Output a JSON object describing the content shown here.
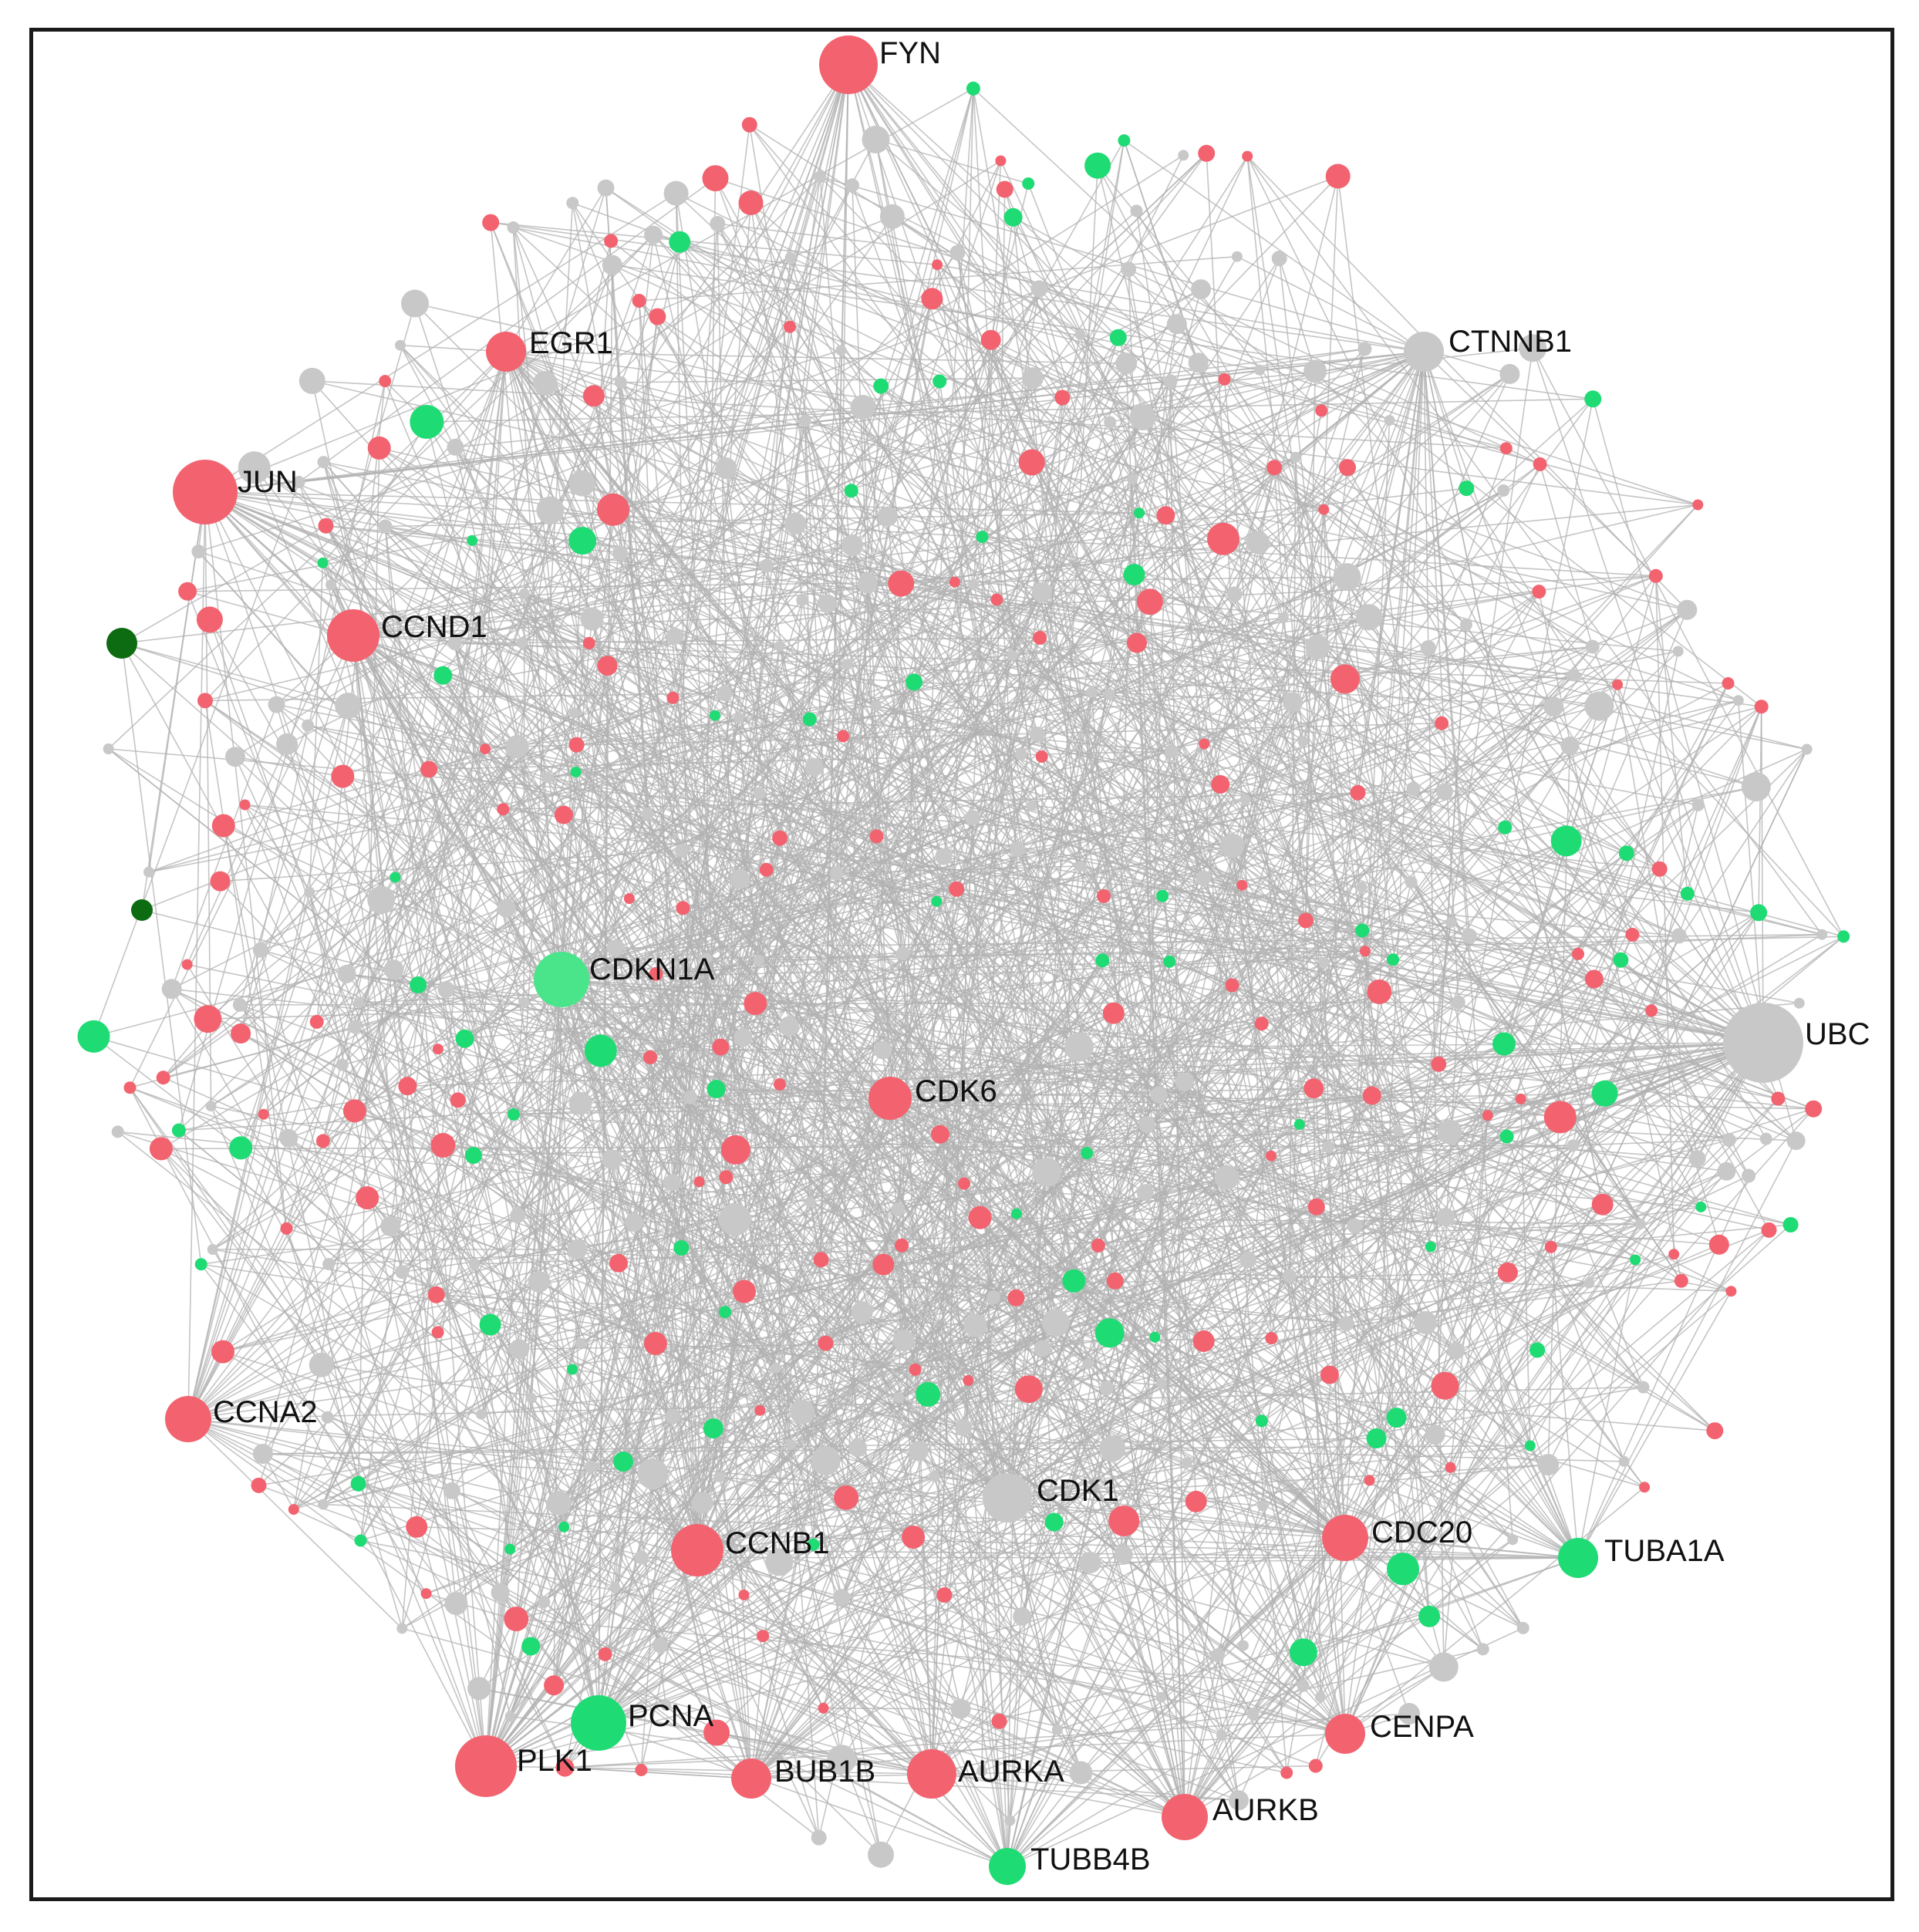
{
  "network": {
    "colors": {
      "up": "#f2636f",
      "down": "#1fdb74",
      "down_light": "#4ae58a",
      "down_dark": "#0d6b12",
      "neutral": "#c8c8c8",
      "edge": "#b2b2b2",
      "border": "#1a1a1a"
    },
    "hubs": [
      {
        "id": "FYN",
        "label": "FYN",
        "status": "up"
      },
      {
        "id": "EGR1",
        "label": "EGR1",
        "status": "up"
      },
      {
        "id": "CTNNB1",
        "label": "CTNNB1",
        "status": "neutral"
      },
      {
        "id": "JUN",
        "label": "JUN",
        "status": "up"
      },
      {
        "id": "CCND1",
        "label": "CCND1",
        "status": "up"
      },
      {
        "id": "CDKN1A",
        "label": "CDKN1A",
        "status": "down_light"
      },
      {
        "id": "UBC",
        "label": "UBC",
        "status": "neutral"
      },
      {
        "id": "CDK6",
        "label": "CDK6",
        "status": "up"
      },
      {
        "id": "CCNA2",
        "label": "CCNA2",
        "status": "up"
      },
      {
        "id": "CDK1",
        "label": "CDK1",
        "status": "neutral"
      },
      {
        "id": "CCNB1",
        "label": "CCNB1",
        "status": "up"
      },
      {
        "id": "CDC20",
        "label": "CDC20",
        "status": "up"
      },
      {
        "id": "TUBA1A",
        "label": "TUBA1A",
        "status": "down"
      },
      {
        "id": "PCNA",
        "label": "PCNA",
        "status": "down"
      },
      {
        "id": "CENPA",
        "label": "CENPA",
        "status": "up"
      },
      {
        "id": "PLK1",
        "label": "PLK1",
        "status": "up"
      },
      {
        "id": "BUB1B",
        "label": "BUB1B",
        "status": "up"
      },
      {
        "id": "AURKA",
        "label": "AURKA",
        "status": "up"
      },
      {
        "id": "AURKB",
        "label": "AURKB",
        "status": "up"
      },
      {
        "id": "TUBB4B",
        "label": "TUBB4B",
        "status": "down"
      }
    ]
  }
}
